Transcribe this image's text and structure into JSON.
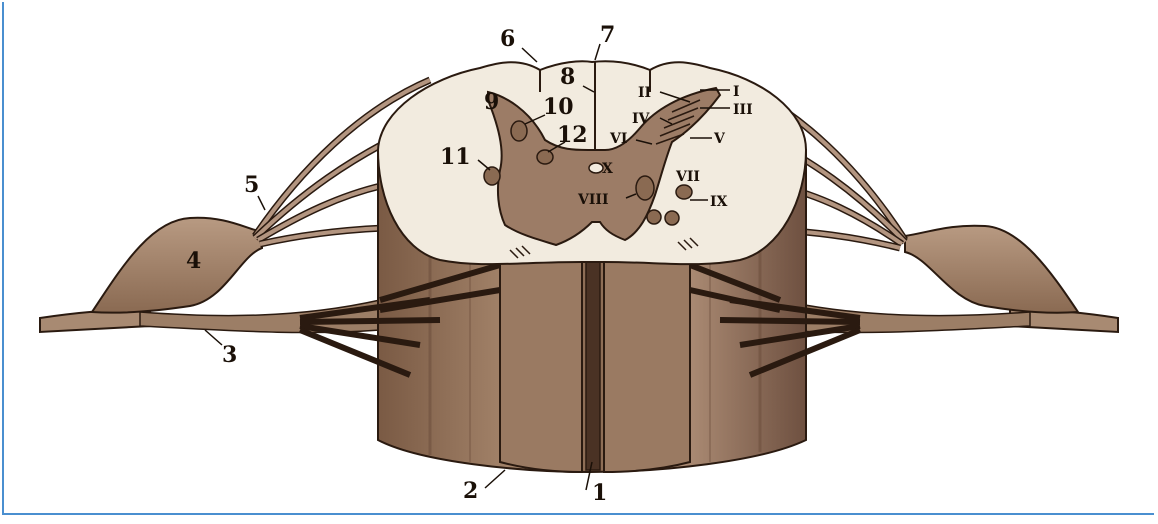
{
  "diagram": {
    "numbered_labels": [
      "1",
      "2",
      "3",
      "4",
      "5",
      "6",
      "7",
      "8",
      "9",
      "10",
      "11",
      "12"
    ],
    "laminae_labels": [
      "I",
      "II",
      "III",
      "IV",
      "V",
      "VI",
      "VII",
      "VIII",
      "IX",
      "X"
    ]
  },
  "colors": {
    "cord_brown": "#8a6a52",
    "cord_dark": "#5c4232",
    "white_matter": "#f2ebdf",
    "gray_matter": "#9c7c66",
    "outline": "#2a1a10",
    "frame_blue": "#4a8fd0"
  }
}
